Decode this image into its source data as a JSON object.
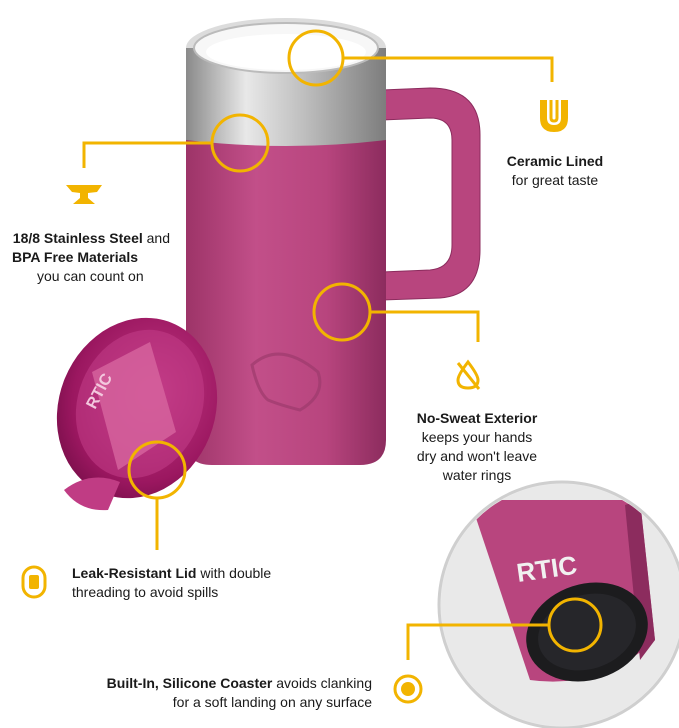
{
  "brand": {
    "logo_text": "RTIC"
  },
  "colors": {
    "accent": "#f2b400",
    "mug": "#b8457e",
    "mug_dark": "#8c2c5e",
    "lid": "#a01a62",
    "steel": "#c9c9c9"
  },
  "features": {
    "ceramic": {
      "title": "Ceramic Lined",
      "desc": "for great taste",
      "icon": "u-shape-icon"
    },
    "steel": {
      "title_1": "18/8 Stainless Steel",
      "conj": " and",
      "title_2": "BPA Free Materials",
      "desc": "you can count on",
      "icon": "anvil-icon"
    },
    "sweat": {
      "title": "No-Sweat Exterior",
      "desc_1": "keeps your hands",
      "desc_2": "dry and won't leave",
      "desc_3": "water rings",
      "icon": "no-drop-icon"
    },
    "lid": {
      "title": "Leak-Resistant Lid",
      "desc_1": " with double",
      "desc_2": "threading to avoid spills",
      "icon": "tumbler-lid-icon"
    },
    "coaster": {
      "title": "Built-In, Silicone Coaster",
      "desc_1": " avoids clanking",
      "desc_2": "for a soft landing on any surface",
      "icon": "coaster-icon"
    }
  }
}
